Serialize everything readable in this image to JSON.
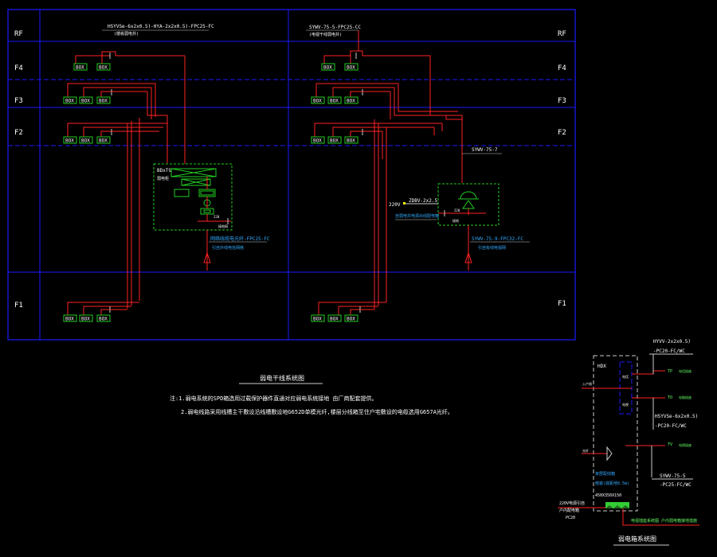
{
  "floors": {
    "rf": "RF",
    "f4": "F4",
    "f3": "F3",
    "f2": "F2",
    "f1": "F1"
  },
  "box_label": "BOX",
  "left_riser": {
    "cable": "HSYVSe-6x2x0.5)-HYA-2x2x0.5)-FPC25-FC",
    "cable_note": "(楼栋弱电井)",
    "cabinet_name": "BDxTG",
    "cabinet_note": "弱电柜",
    "tag_220": "220",
    "tag_sub": "接地网",
    "incoming_cable": "网络线缆电光纤-FPC25-FC",
    "incoming_note": "引自外线电信网络"
  },
  "right_riser": {
    "cable": "SYWV-75-5-FPC25-CC",
    "cable_note": "(电视干线弱电井)",
    "branch_cable": "SYWV-75-7",
    "power_tag": "220V",
    "power_cable": "ZDBV-2x2.5",
    "power_note": "自弱电井电源出线配电箱",
    "tag_220": "220",
    "tag_sub": "接地",
    "incoming_cable": "SYWV-75-9-FPC32-FC",
    "incoming_note": "引自有线电视网"
  },
  "trunk_title": "弱电干线系统图",
  "notes": [
    "注:1.弱电系统的SPD箱选用过载保护器件直通对应弱电系统接地 由厂商配套提供。",
    "2.弱电线路采用线槽主干敷设沿线槽敷设地G652D单模光纤,楼层分线箱至住户宅敷设的电缆选用G657A光纤。"
  ],
  "home_box": {
    "title": "HDX",
    "inner_top": "电话",
    "inner_bottom": "电视",
    "cable_top": "HYVV-2x2x0.5)",
    "cable_top_pipe": "-PC20-FC/WC",
    "outlet_top": "TP",
    "outlet_top_label": "电话插座",
    "outlet_mid": "TO",
    "outlet_mid_label": "电脑插座",
    "cable_mid": "HSYVSe-6x2x0.5)",
    "cable_mid_pipe": "-PC20-FC/WC",
    "outlet_tv": "TV",
    "outlet_tv_label": "电视插座",
    "cable_tv": "SYWV-75-5",
    "cable_tv_pipe": "-PC25-FC/WC",
    "in_line_1": "入户线",
    "in_line_2": "光纤",
    "box_specs": [
      "家居配线箱",
      "暗装(底距地0.5m)",
      "450X350X150"
    ],
    "power_in": [
      "220V电源引自",
      "户内配电箱",
      "PC20"
    ],
    "bottom_note": "电视插座系统图 户内弱电箱接地措施",
    "title_bottom": "弱电箱系统图"
  }
}
